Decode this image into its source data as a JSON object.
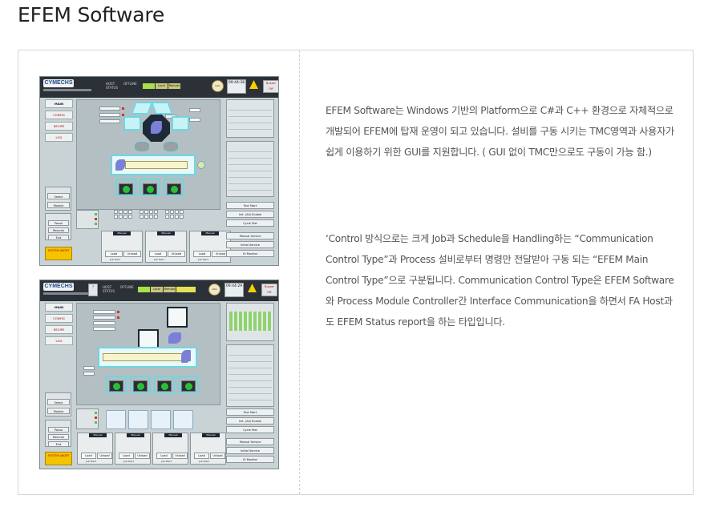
{
  "page": {
    "title": "EFEM Software",
    "paragraphs": [
      "EFEM Software는 Windows 기반의 Platform으로 C#과 C++ 환경으로 자체적으로 개발되어 EFEM에 탑재 운영이 되고 있습니다. 설비를 구동 시키는 TMC영역과 사용자가 쉽게 이용하기 위한 GUI를 지원합니다. ( GUI 없이 TMC만으로도 구동이 가능 함.)",
      "‘Control 방식으로는 크게 Job과 Schedule을 Handling하는 “Communication Control Type”과 Process 설비로부터 명령만 전달받아 구동 되는 “EFEM Main Control Type”으로 구분됩니다. Communication Control Type은 EFEM Software와 Process Module Controller간 Interface Communication을 하면서 FA Host과도 EFEM Status report을 하는 타입입니다."
    ]
  },
  "screenshots": [
    {
      "logo": "CYMECHS",
      "modes": [
        "OFFLINE",
        "Local",
        "Remote"
      ],
      "clock": "09:44:38",
      "nav": [
        "MAIN",
        "CONFIG",
        "RECIPE",
        "LOG"
      ],
      "right_buttons": [
        "Tool Start",
        "Init. (All) Enable",
        "Cycle Test",
        "Manual Service",
        "Initial Service",
        "IO Monitor"
      ],
      "abort": "SYSTEM ABORT",
      "load_ports": [
        {
          "title": "Manual",
          "load": "Load",
          "unload": "Unload",
          "job": "Job Start"
        },
        {
          "title": "Manual",
          "load": "Load",
          "unload": "Unload",
          "job": "Job Start"
        },
        {
          "title": "Manual",
          "load": "Load",
          "unload": "Unload",
          "job": "Job Start"
        }
      ]
    },
    {
      "logo": "CYMECHS",
      "modes": [
        "OFFLINE",
        "Local",
        "Remote"
      ],
      "clock": "09:44:29",
      "nav": [
        "MAIN",
        "CONFIG",
        "RECIPE",
        "LOG"
      ],
      "right_buttons": [
        "Tool Start",
        "Init. (All) Enable",
        "Cycle Test",
        "Manual Service",
        "Initial Service",
        "IO Monitor"
      ],
      "abort": "SYSTEM ABORT",
      "load_ports": [
        {
          "title": "Manual",
          "load": "Load",
          "unload": "Unload",
          "job": "Job Start"
        },
        {
          "title": "Manual",
          "load": "Load",
          "unload": "Unload",
          "job": "Job Start"
        },
        {
          "title": "Manual",
          "load": "Load",
          "unload": "Unload",
          "job": "Job Start"
        },
        {
          "title": "Manual",
          "load": "Load",
          "unload": "Unload",
          "job": "Job Start"
        }
      ]
    }
  ],
  "colors": {
    "accent_cyan": "#6fd6e0",
    "abort_yellow": "#f4c400",
    "port_green": "#2cbe3a",
    "robot_purple": "#7b7fd8",
    "header_dark": "#2c3137"
  }
}
